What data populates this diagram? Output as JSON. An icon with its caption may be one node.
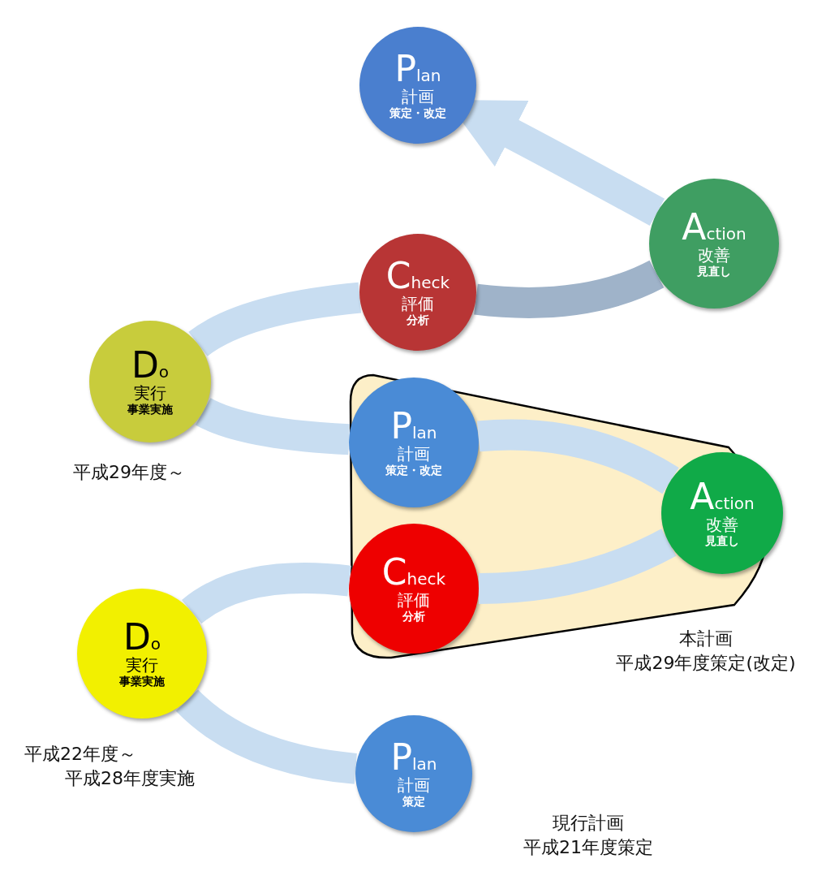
{
  "diagram": {
    "nodes": [
      {
        "text": [
          "Plan",
          "計画",
          "策定・改定"
        ]
      },
      {
        "text": [
          "Action",
          "改善",
          "見直し"
        ]
      },
      {
        "text": [
          "Check",
          "評価",
          "分析"
        ]
      },
      {
        "text": [
          "Do",
          "実行",
          "事業実施"
        ],
        "beside": [
          "平成29年度～"
        ]
      },
      {
        "text": [],
        "shape": "band",
        "beside": [
          "本計画",
          "平成29年度策定(改定)"
        ]
      },
      {
        "text": [
          "Plan",
          "計画",
          "策定・改定"
        ],
        "in": 4
      },
      {
        "text": [
          "Action",
          "改善",
          "見直し"
        ]
      },
      {
        "text": [
          "Check",
          "評価",
          "分析"
        ],
        "in": 4
      },
      {
        "text": [
          "Do",
          "実行",
          "事業実施"
        ],
        "beside": [
          "平成22年度～",
          "平成28年度実施"
        ]
      },
      {
        "text": [
          "Plan",
          "計画",
          "策定"
        ],
        "beside": [
          "現行計画",
          "平成21年度策定"
        ]
      }
    ],
    "edges": [
      {
        "from": 9,
        "to": 8,
        "arrow": "none"
      },
      {
        "from": 8,
        "to": 7,
        "arrow": "none"
      },
      {
        "from": 7,
        "to": 6,
        "arrow": "none"
      },
      {
        "from": 6,
        "to": 5,
        "arrow": "none"
      },
      {
        "from": 5,
        "to": 3,
        "arrow": "none"
      },
      {
        "from": 3,
        "to": 2,
        "arrow": "none"
      },
      {
        "from": 2,
        "to": 1,
        "arrow": "none",
        "color": "#9fb3c9"
      },
      {
        "from": 1,
        "to": 0,
        "arrow": "to"
      }
    ]
  }
}
